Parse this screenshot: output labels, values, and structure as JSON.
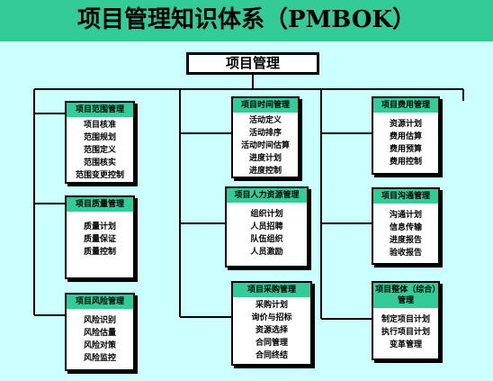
{
  "title": "项目管理知识体系（PMBOK）",
  "root": "项目管理",
  "areas": [
    {
      "title": "项目范围管理",
      "items": [
        "项目核准",
        "范围规划",
        "范围定义",
        "范围核实",
        "范围变更控制"
      ]
    },
    {
      "title": "项目质量管理",
      "items": [
        "质量计划",
        "质量保证",
        "质量控制"
      ]
    },
    {
      "title": "项目风险管理",
      "items": [
        "风险识别",
        "风险估量",
        "风险对策",
        "风险监控"
      ]
    },
    {
      "title": "项目时间管理",
      "items": [
        "活动定义",
        "活动排序",
        "活动时间估算",
        "进度计划",
        "进度控制"
      ]
    },
    {
      "title": "项目人力资源管理",
      "items": [
        "组织计划",
        "人员招聘",
        "队伍组织",
        "人员激励"
      ]
    },
    {
      "title": "项目采购管理",
      "items": [
        "采购计划",
        "询价与招标",
        "资源选择",
        "合同管理",
        "合同终结"
      ]
    },
    {
      "title": "项目费用管理",
      "items": [
        "资源计划",
        "费用估算",
        "费用预算",
        "费用控制"
      ]
    },
    {
      "title": "项目沟通管理",
      "items": [
        "沟通计划",
        "信息传输",
        "进度报告",
        "验收报告"
      ]
    },
    {
      "title": "项目整体（综合）管理",
      "items": [
        "制定项目计划",
        "执行项目计划",
        "变革管理"
      ]
    }
  ]
}
